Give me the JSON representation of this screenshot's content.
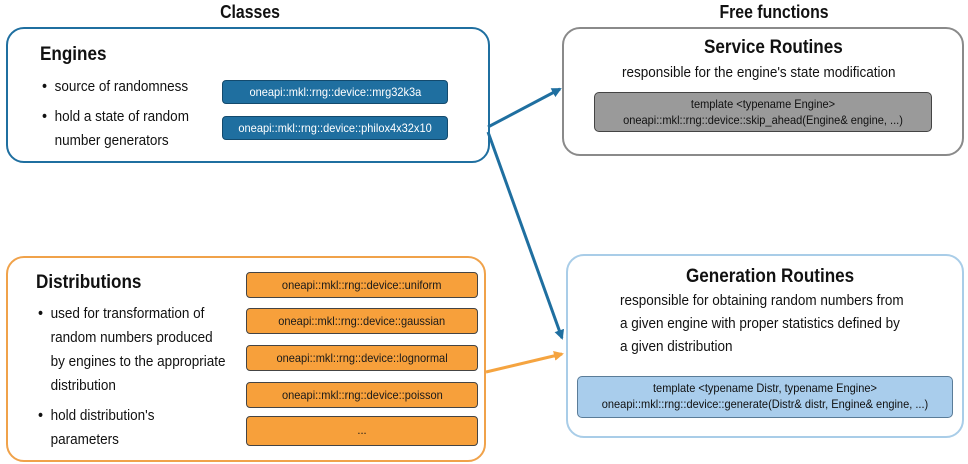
{
  "headings": {
    "classes": "Classes",
    "free_functions": "Free functions"
  },
  "engines": {
    "title": "Engines",
    "bullets": [
      "source of randomness",
      "hold a state of random",
      "number generators"
    ],
    "classes": [
      "oneapi::mkl::rng::device::mrg32k3a",
      "oneapi::mkl::rng::device::philox4x32x10"
    ]
  },
  "distributions": {
    "title": "Distributions",
    "bullets": [
      "used for transformation of",
      "random numbers produced",
      "by engines to the appropriate",
      "distribution",
      "hold distribution's",
      "parameters"
    ],
    "classes": [
      "oneapi::mkl::rng::device::uniform",
      "oneapi::mkl::rng::device::gaussian",
      "oneapi::mkl::rng::device::lognormal",
      "oneapi::mkl::rng::device::poisson",
      "..."
    ]
  },
  "service_routines": {
    "title": "Service Routines",
    "description": "responsible for the engine's state modification",
    "code_line1": "template <typename Engine>",
    "code_line2": "oneapi::mkl::rng::device::skip_ahead(Engine& engine, ...)"
  },
  "generation_routines": {
    "title": "Generation Routines",
    "description": [
      "responsible for obtaining random numbers from",
      "a given engine with proper statistics defined by",
      "a given distribution"
    ],
    "code_line1": "template <typename Distr, typename Engine>",
    "code_line2": "oneapi::mkl::rng::device::generate(Distr& distr, Engine& engine, ...)"
  },
  "colors": {
    "engines_border": "#1f6fa0",
    "engine_pill": "#1f6fa0",
    "distributions_border": "#f0a24a",
    "distribution_pill": "#f7a03b",
    "service_border": "#8a8a8a",
    "service_code": "#9a9a9a",
    "generation_border": "#a9cde8",
    "generation_code": "#a9cdec",
    "arrow_blue": "#1f6fa0",
    "arrow_orange": "#f5a440"
  }
}
